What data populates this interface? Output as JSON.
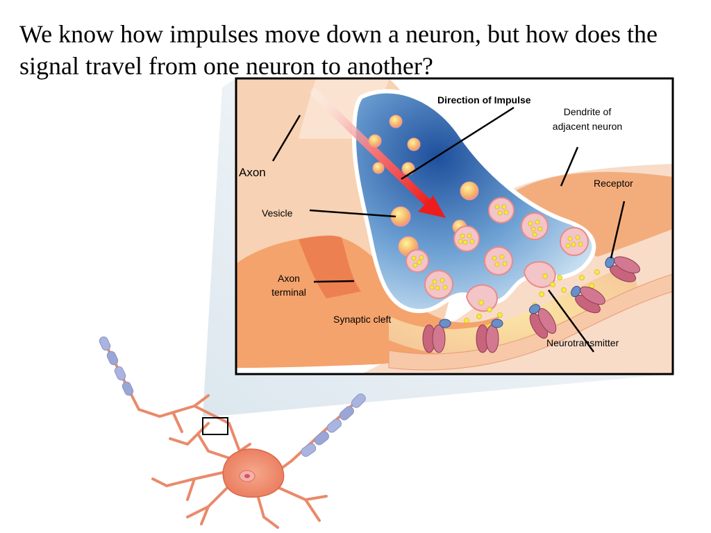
{
  "slide": {
    "title": "We know how impulses move down a neuron, but how does the signal travel from one neuron to another?"
  },
  "labels": {
    "direction": "Direction of Impulse",
    "dendrite_line1": "Dendrite of",
    "dendrite_line2": "adjacent neuron",
    "axon": "Axon",
    "receptor": "Receptor",
    "vesicle": "Vesicle",
    "axon_terminal_line1": "Axon",
    "axon_terminal_line2": "terminal",
    "synaptic_cleft": "Synaptic cleft",
    "neurotransmitter": "Neurotransmitter"
  },
  "colors": {
    "axon_peach": "#f8d2b4",
    "terminal_orange": "#f4a36c",
    "vesicle_interior_blue": "#2a64b0",
    "neuron_body": "#ec8a6c",
    "myelin": "#9aa6d6",
    "receptor_pink": "#c8647c",
    "impulse_arrow": "#ee2222",
    "neurotransmitter": "#f0e030"
  }
}
